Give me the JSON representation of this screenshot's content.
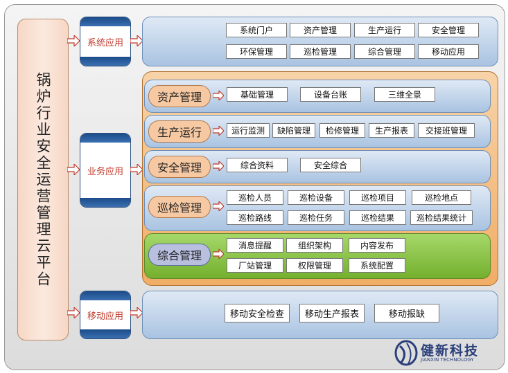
{
  "title": "锅炉行业安全运营管理云平台",
  "categories": {
    "system": "系统应用",
    "business": "业务应用",
    "mobile": "移动应用"
  },
  "system_items": [
    "系统门户",
    "资产管理",
    "生产运行",
    "安全管理",
    "环保管理",
    "巡检管理",
    "综合管理",
    "移动应用"
  ],
  "business": {
    "asset": {
      "label": "资产管理",
      "items": [
        "基础管理",
        "设备台账",
        "三维全景"
      ]
    },
    "production": {
      "label": "生产运行",
      "items": [
        "运行监测",
        "缺陷管理",
        "检修管理",
        "生产报表",
        "交接班管理"
      ]
    },
    "safety": {
      "label": "安全管理",
      "items": [
        "综合资料",
        "安全综合"
      ]
    },
    "patrol": {
      "label": "巡检管理",
      "items": [
        "巡检人员",
        "巡检设备",
        "巡检项目",
        "巡检地点",
        "巡检路线",
        "巡检任务",
        "巡检结果",
        "巡检结果统计"
      ]
    },
    "general": {
      "label": "综合管理",
      "items": [
        "消息提醒",
        "组织架构",
        "内容发布",
        "厂站管理",
        "权限管理",
        "系统配置"
      ]
    }
  },
  "mobile_items": [
    "移动安全检查",
    "移动生产报表",
    "移动报缺"
  ],
  "logo": {
    "cn": "健新科技",
    "en": "JIANXIN TECHNOLOGY"
  },
  "colors": {
    "arrow_red": "#c0392b",
    "cat_band": "#1c4c8a"
  }
}
